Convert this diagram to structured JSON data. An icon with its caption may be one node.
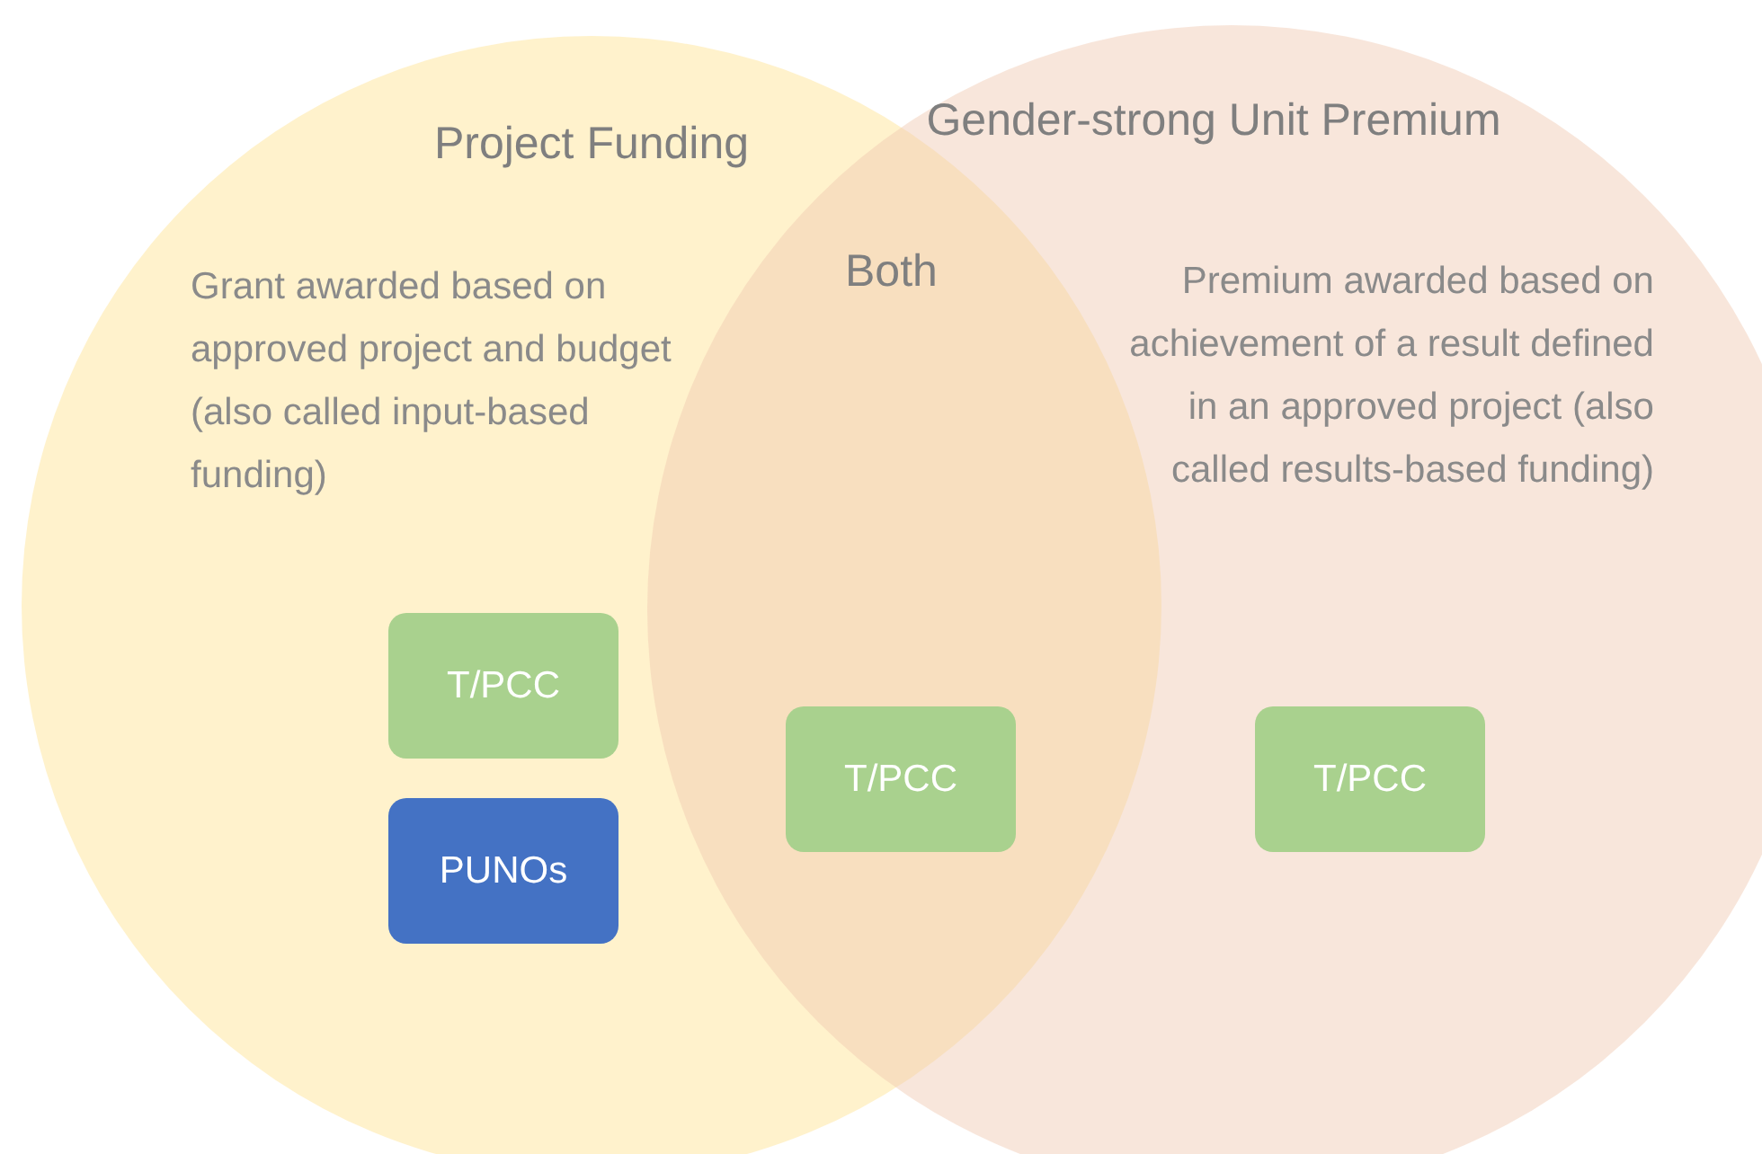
{
  "diagram": {
    "nodes": [
      {
        "text": [
          "Project Funding",
          "Grant awarded based on approved project and budget (also called input-based funding)"
        ]
      },
      {
        "text": [
          "Gender-strong Unit Premium",
          "Premium awarded based on achievement of a result defined in an approved project (also called results-based funding)"
        ]
      },
      {
        "text": [
          "T/PCC"
        ],
        "in": 0
      },
      {
        "text": [
          "PUNOs"
        ],
        "in": 0
      },
      {
        "text": [
          "T/PCC"
        ]
      },
      {
        "text": [
          "T/PCC"
        ],
        "in": 1
      }
    ],
    "labels": [
      "Both"
    ]
  }
}
